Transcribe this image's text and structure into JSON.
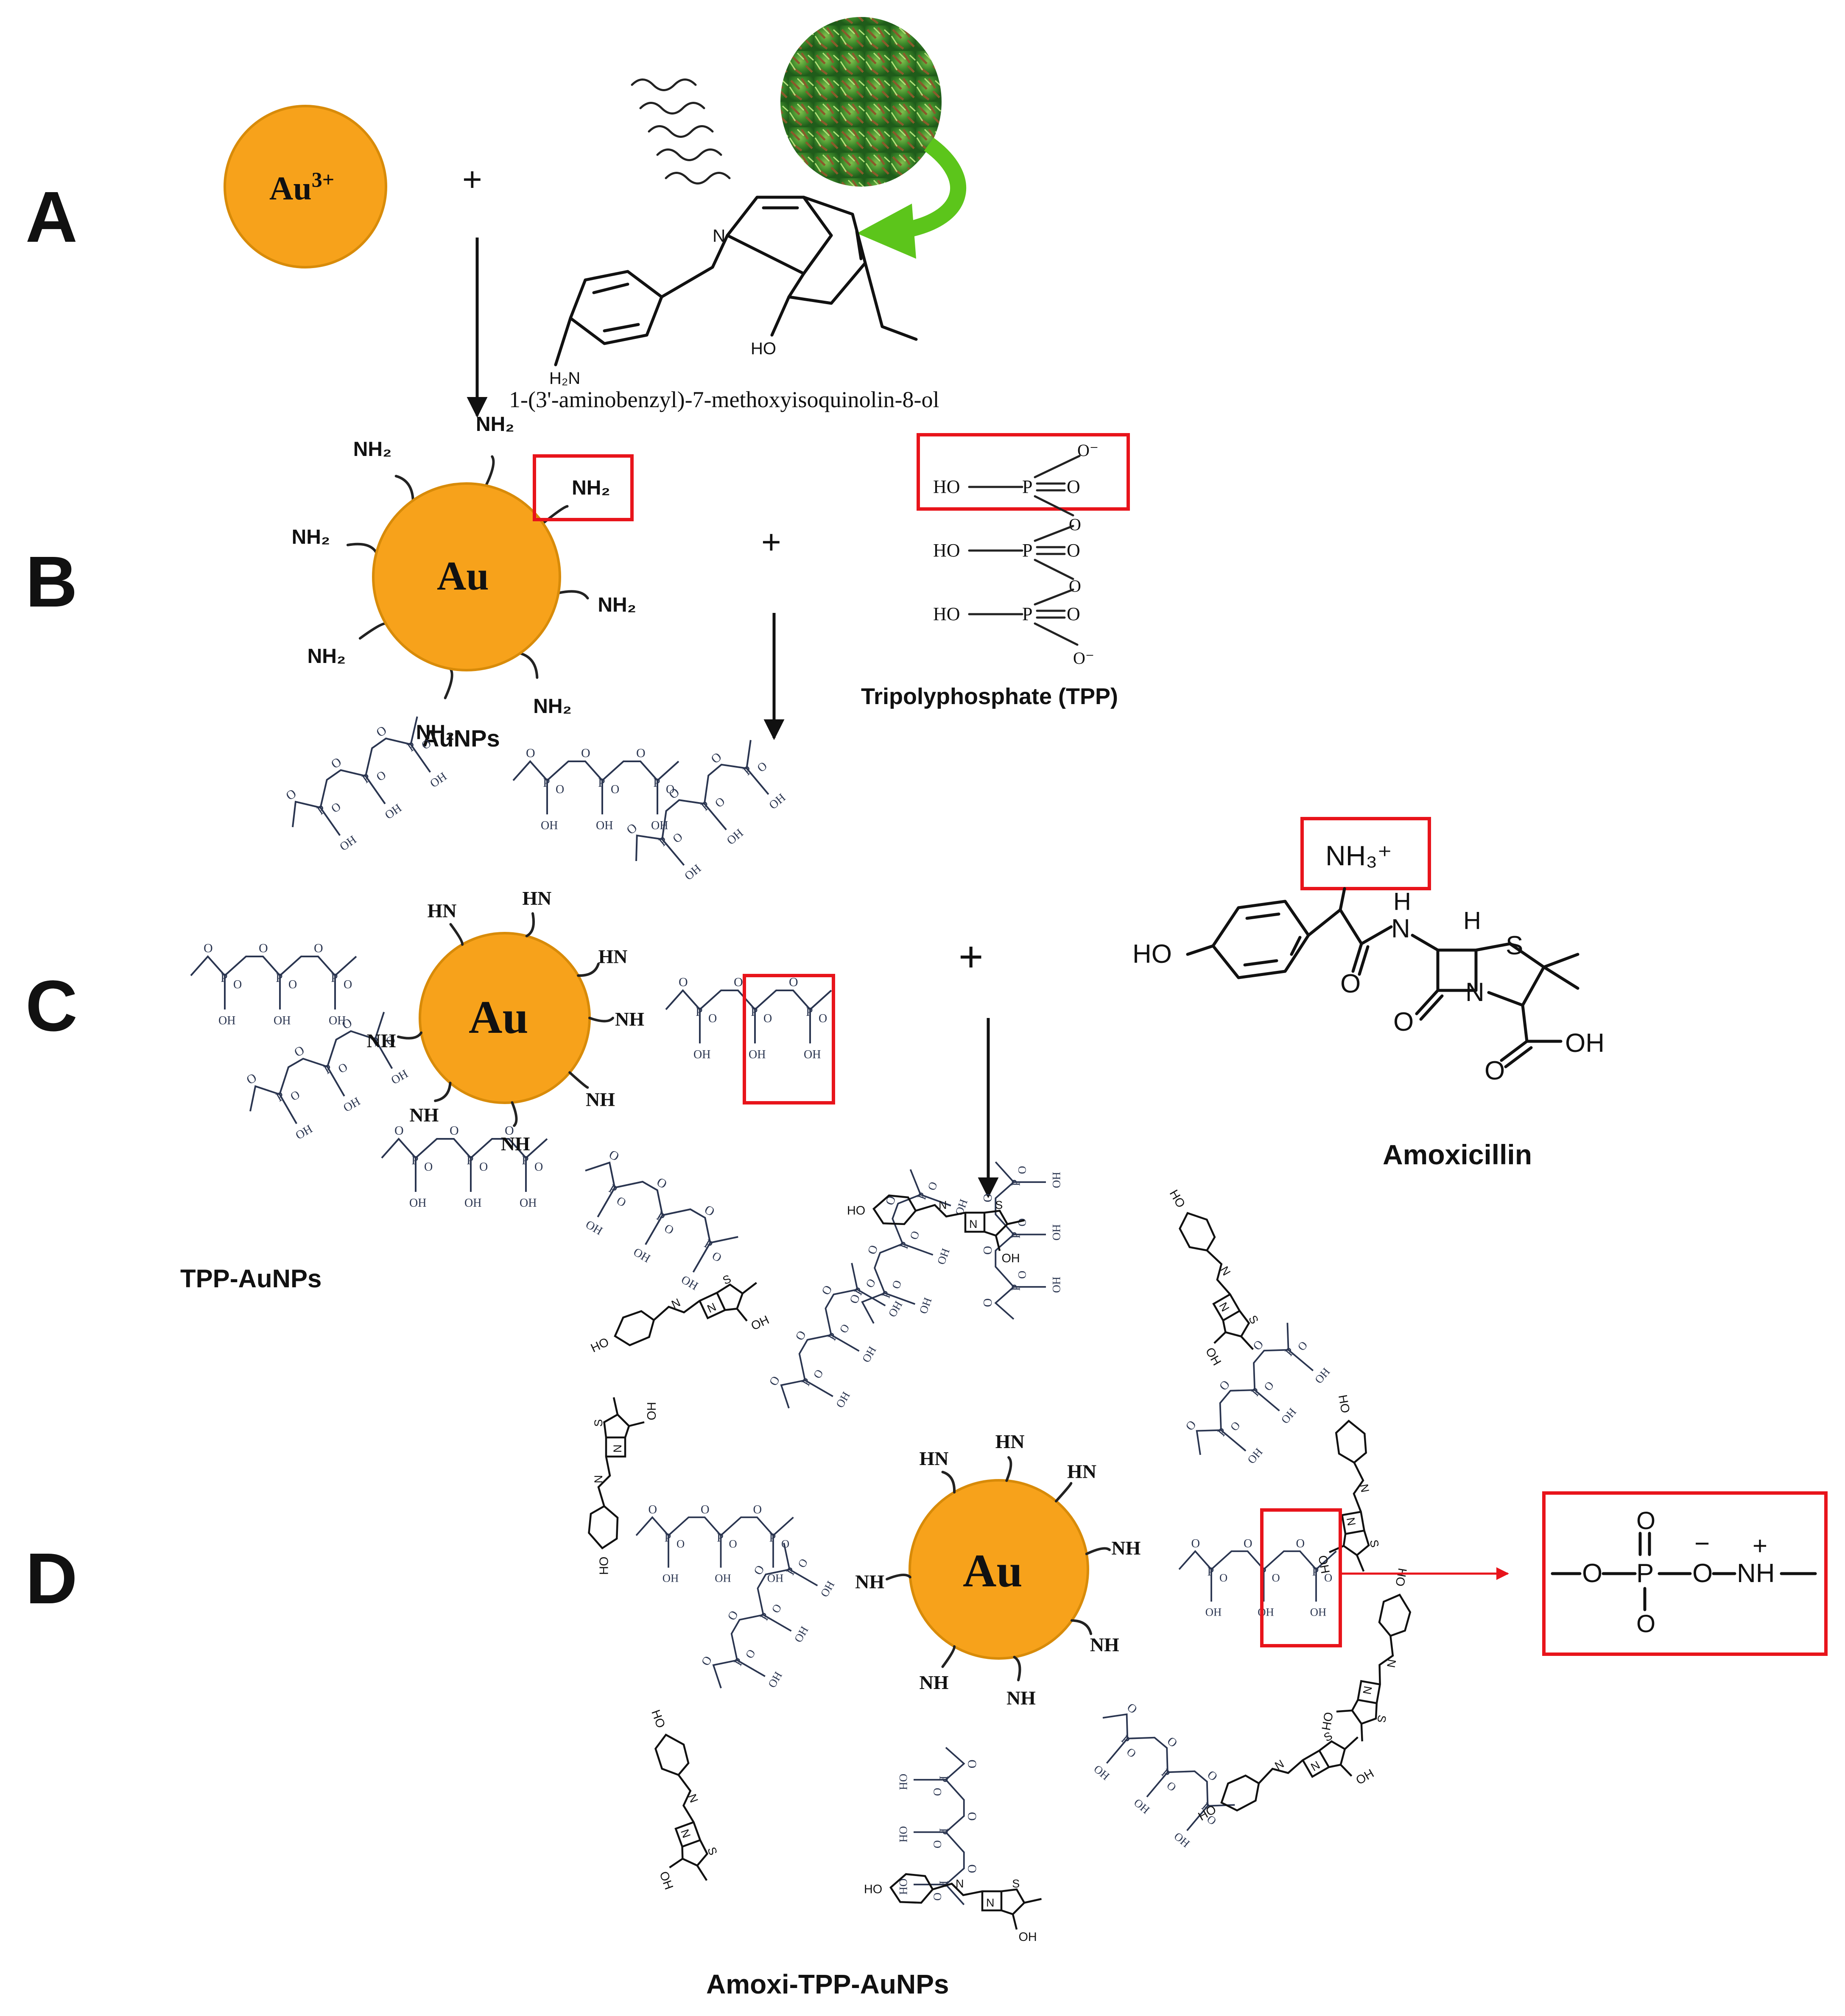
{
  "panels": {
    "a": {
      "letter": "A",
      "ion": "Au",
      "ion_charge": "3+",
      "plus": "+",
      "compound_name": "1-(3'-aminobenzyl)-7-methoxyisoquinolin-8-ol",
      "n_label": "N",
      "ho_label": "HO",
      "h2n_label": "H₂N"
    },
    "b": {
      "letter": "B",
      "core": "Au",
      "ligand": "NH₂",
      "caption": "AuNPs",
      "plus": "+",
      "tpp_caption": "Tripolyphosphate (TPP)",
      "ho": "HO",
      "p": "P",
      "o": "O",
      "o_minus": "O⁻"
    },
    "c": {
      "letter": "C",
      "core": "Au",
      "linker": "NH",
      "linker_alt": "HN",
      "caption": "TPP-AuNPs",
      "plus": "+",
      "amox_caption": "Amoxicillin",
      "nh3": "NH₃⁺",
      "ho": "HO",
      "oh": "OH",
      "h": "H",
      "n": "N",
      "s": "S",
      "o": "O"
    },
    "d": {
      "letter": "D",
      "core": "Au",
      "linker": "NH",
      "linker_alt": "HN",
      "caption": "Amoxi-TPP-AuNPs",
      "ho": "HO",
      "oh": "OH",
      "inset": {
        "o1": "O",
        "p": "P",
        "o_top": "O",
        "o_bottom": "O",
        "o_minus": "O",
        "minus": "−",
        "nh": "NH",
        "plus": "+"
      }
    }
  },
  "colors": {
    "gold": "#f7a21b",
    "gold_edge": "#d88b09",
    "highlight": "#e8141b",
    "arrow_green": "#5cc51b"
  }
}
